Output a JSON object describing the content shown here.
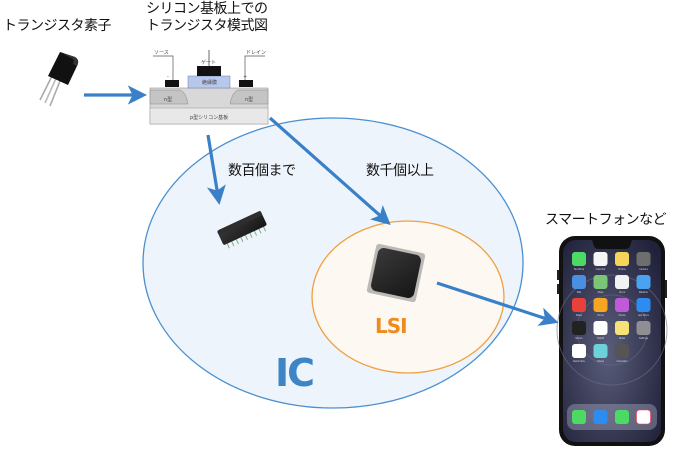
{
  "labels": {
    "transistor_element": "トランジスタ素子",
    "silicon_diagram_line1": "シリコン基板上での",
    "silicon_diagram_line2": "トランジスタ模式図",
    "hundreds": "数百個まで",
    "thousands": "数千個以上",
    "smartphone": "スマートフォンなど",
    "ic": "IC",
    "lsi": "LSI"
  },
  "mosfet_diagram": {
    "source": "ソース",
    "gate": "ゲート",
    "drain": "ドレイン",
    "insulator": "絶縁膜",
    "n_left": "n型",
    "n_right": "n型",
    "substrate": "p型シリコン基板",
    "minus": "-",
    "plus": "+"
  },
  "phone_apps": [
    "FaceTime",
    "Calendar",
    "Photos",
    "Camera",
    "Mail",
    "Maps",
    "Clock",
    "Weather",
    "News",
    "Home",
    "iTunes",
    "App Store",
    "Stocks",
    "Health",
    "Notes",
    "Settings",
    "Reminders",
    "Videos",
    "Calculator"
  ],
  "phone_dock": [
    "Phone",
    "Safari",
    "Messages",
    "Music"
  ],
  "colors": {
    "arrow": "#3a80c8",
    "ic_fill": "#eef4fb",
    "ic_stroke": "#4a8fd0",
    "ic_text": "#3d85c6",
    "lsi_fill": "#fdf8f2",
    "lsi_stroke": "#f0a040",
    "lsi_text": "#f08a1c"
  }
}
